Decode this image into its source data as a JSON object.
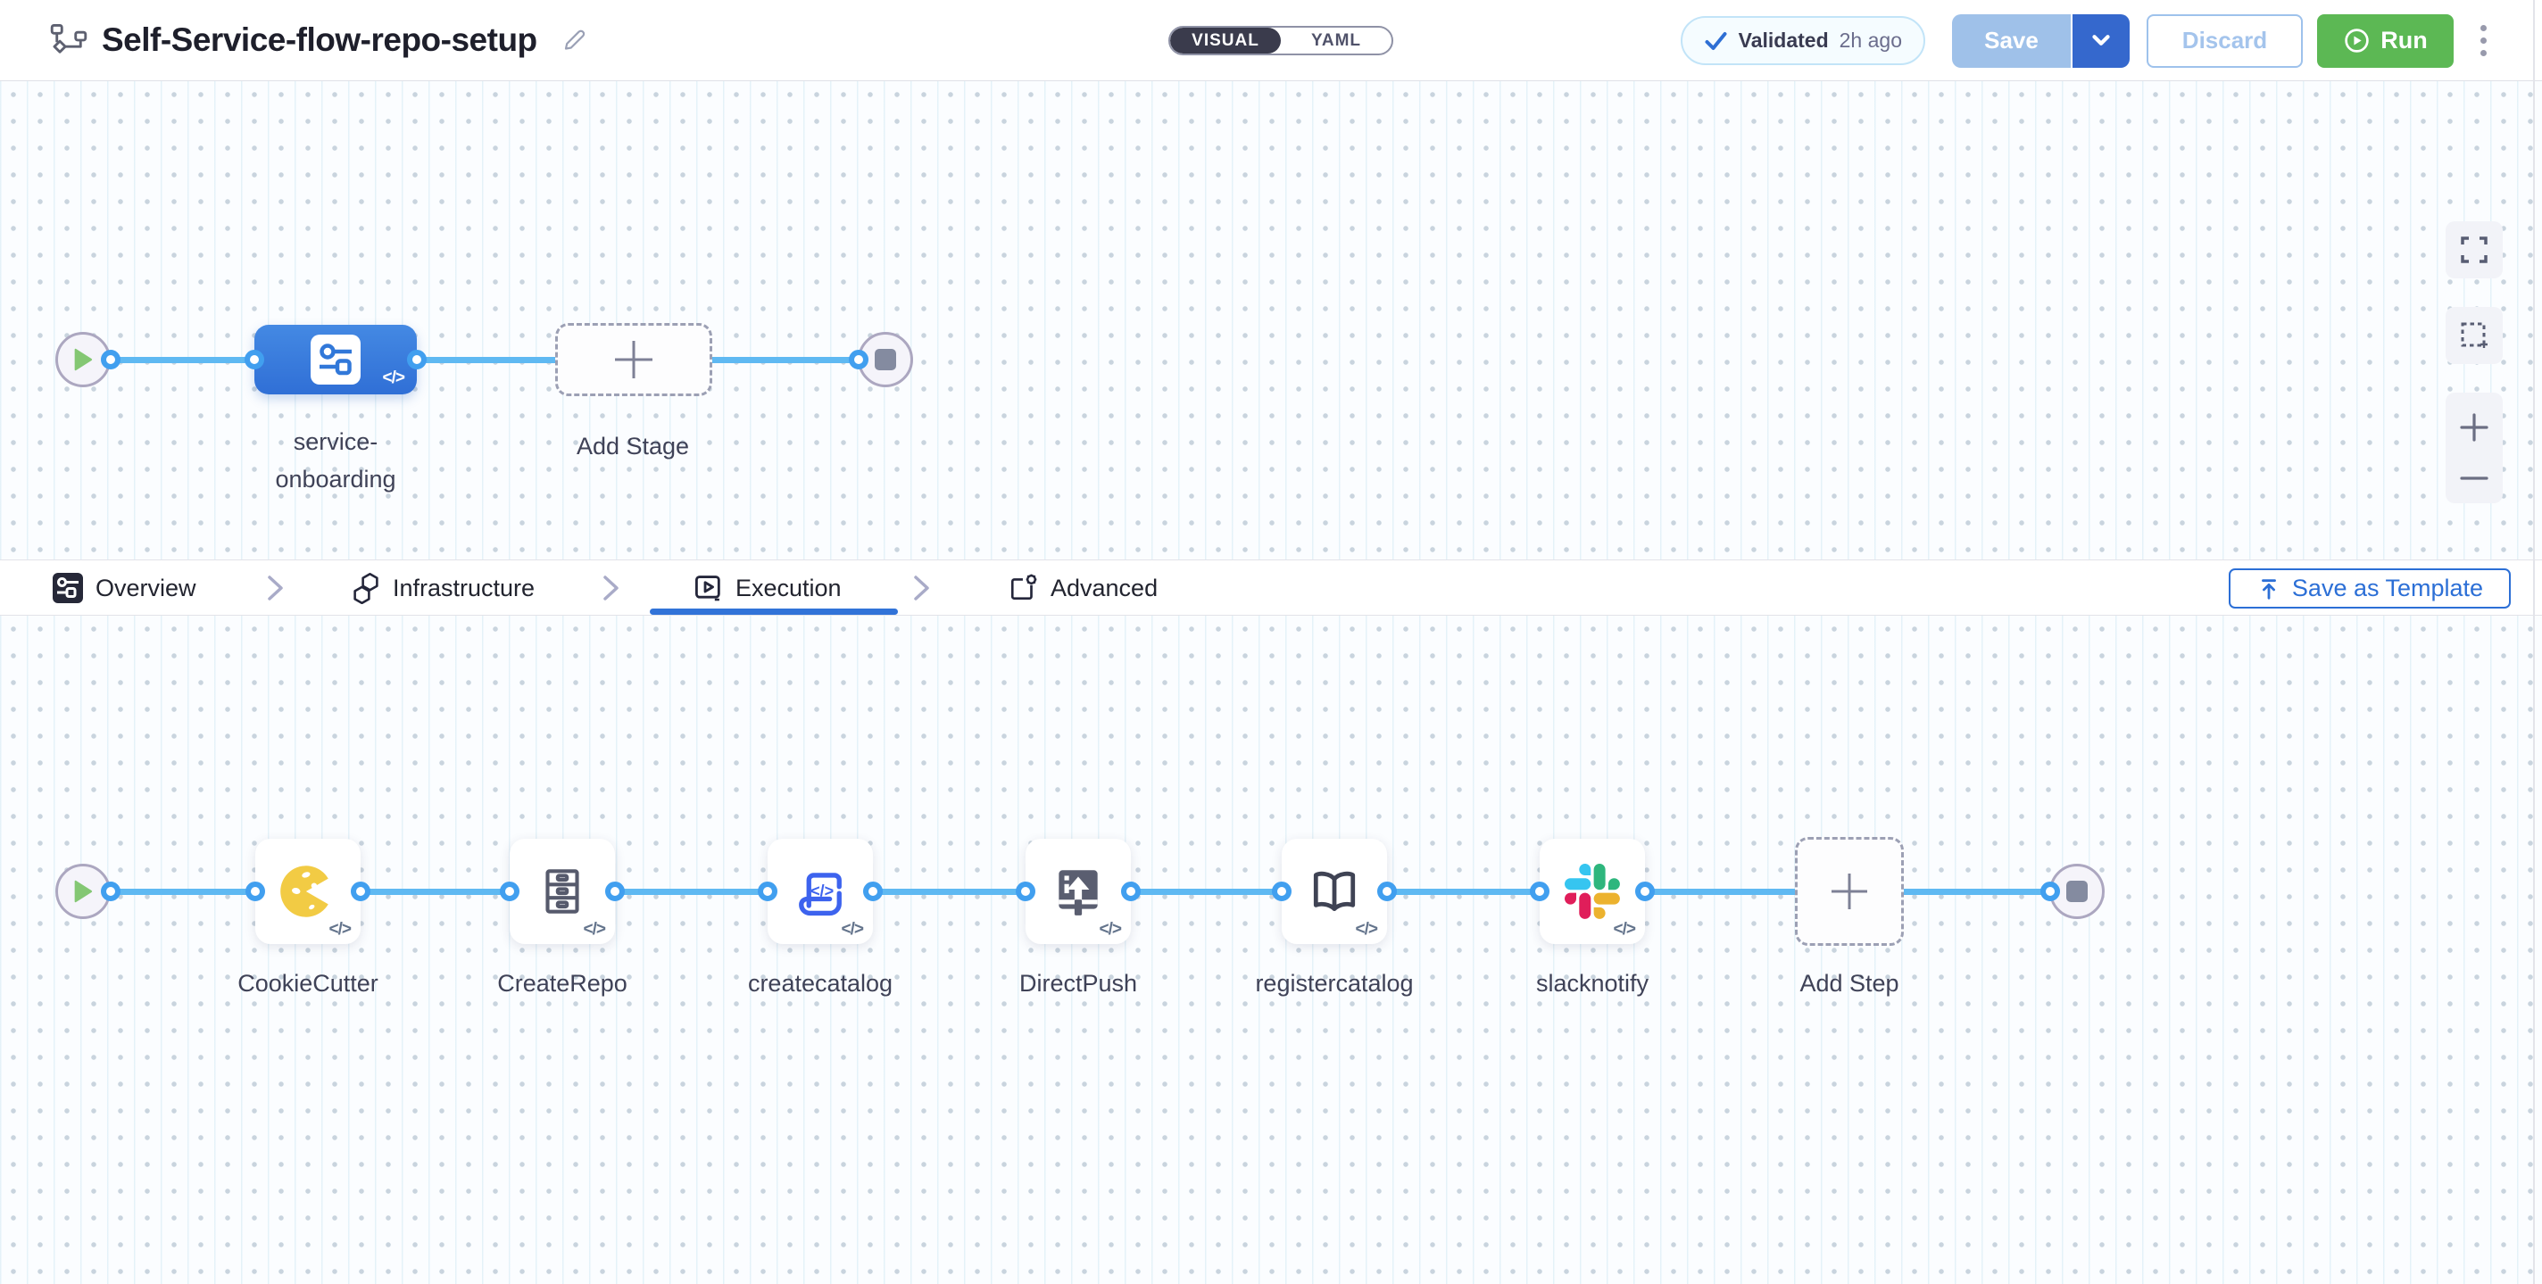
{
  "header": {
    "title": "Self-Service-flow-repo-setup",
    "title_icon": "pipeline-icon",
    "edit_icon": "pencil-icon",
    "mode_toggle": {
      "visual": "VISUAL",
      "yaml": "YAML",
      "selected": "VISUAL"
    },
    "validation": {
      "icon": "check-icon",
      "status": "Validated",
      "time": "2h ago"
    },
    "save_label": "Save",
    "save_caret_icon": "chevron-down-icon",
    "discard_label": "Discard",
    "run_label": "Run",
    "run_icon": "play-circle-icon",
    "more_icon": "kebab-menu-icon"
  },
  "stage_canvas": {
    "start_icon": "play-icon",
    "end_icon": "stop-icon",
    "stage": {
      "label": "service-onboarding",
      "icon": "stage-glyph-icon",
      "code_badge": "</>"
    },
    "add_stage_label": "Add Stage",
    "controls": [
      "fullscreen-icon",
      "marquee-select-icon",
      "zoom-in-icon",
      "zoom-out-icon"
    ]
  },
  "tabs": {
    "items": [
      {
        "label": "Overview",
        "icon": "stage-overview-icon",
        "active": false
      },
      {
        "label": "Infrastructure",
        "icon": "hexagons-icon",
        "active": false
      },
      {
        "label": "Execution",
        "icon": "play-square-icon",
        "active": true
      },
      {
        "label": "Advanced",
        "icon": "doc-gear-icon",
        "active": false
      }
    ],
    "separator_icon": "chevron-right-icon",
    "save_as_template_label": "Save as Template",
    "save_as_template_icon": "upload-icon"
  },
  "execution_canvas": {
    "code_badge": "</>",
    "steps": [
      {
        "label": "CookieCutter",
        "icon": "cookie-icon"
      },
      {
        "label": "CreateRepo",
        "icon": "drawers-icon"
      },
      {
        "label": "createcatalog",
        "icon": "code-scroll-icon"
      },
      {
        "label": "DirectPush",
        "icon": "upload-box-icon"
      },
      {
        "label": "registercatalog",
        "icon": "open-book-icon"
      },
      {
        "label": "slacknotify",
        "icon": "slack-icon"
      }
    ],
    "add_step_label": "Add Step"
  },
  "colors": {
    "accent_blue": "#2c6fd6",
    "link_blue": "#5fb9f2",
    "port_blue": "#419fef",
    "stage_blue": "#3b82de",
    "run_green": "#5cb854",
    "save_disabled": "#9fc1e9",
    "slack": [
      "#36C5F0",
      "#2EB67D",
      "#ECB22E",
      "#E01E5A"
    ],
    "cookie_yellow": "#F2CB44"
  }
}
